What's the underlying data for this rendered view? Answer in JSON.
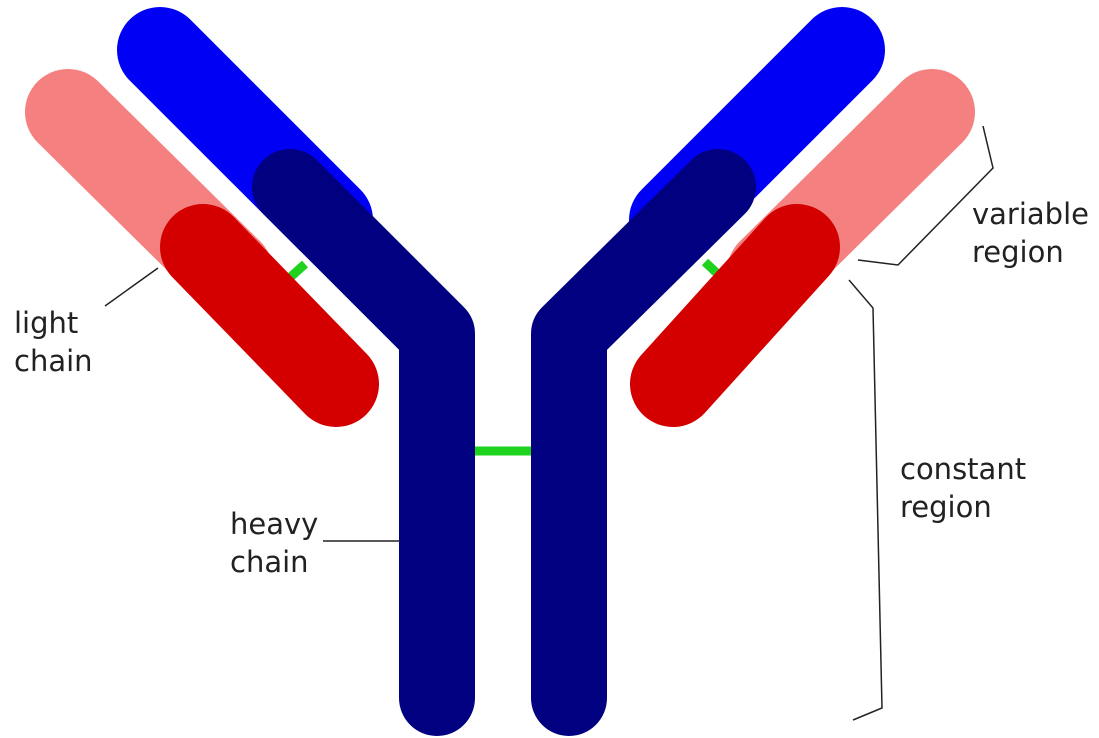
{
  "labels": {
    "light_chain": [
      "light",
      "chain"
    ],
    "heavy_chain": [
      "heavy",
      "chain"
    ],
    "variable_region": [
      "variable",
      "region"
    ],
    "constant_region": [
      "constant",
      "region"
    ]
  },
  "colors": {
    "heavy_variable": "#0000f5",
    "heavy_constant": "#000080",
    "light_variable": "#f58080",
    "light_constant": "#d40000",
    "disulfide_bond": "#1ed21e",
    "leader_line": "#222222"
  }
}
